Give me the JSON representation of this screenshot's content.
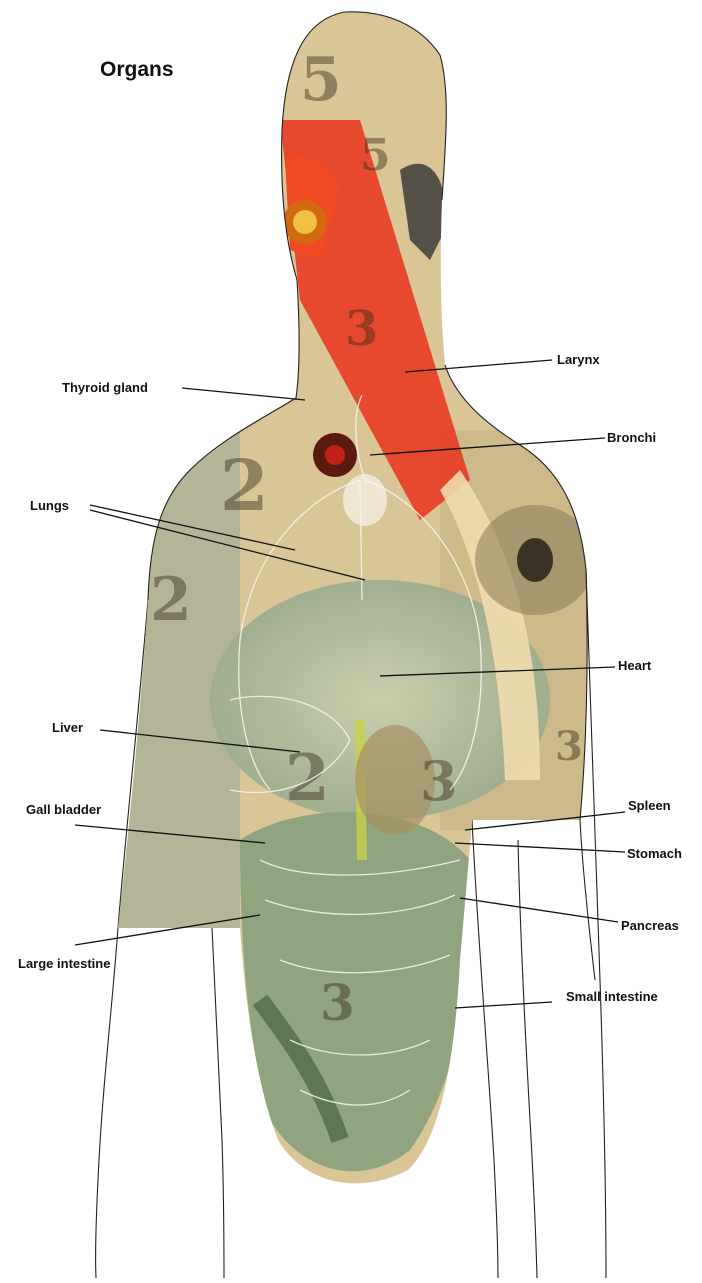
{
  "title": "Organs",
  "labels": {
    "larynx": "Larynx",
    "thyroid_gland": "Thyroid gland",
    "bronchi": "Bronchi",
    "lungs": "Lungs",
    "heart": "Heart",
    "liver": "Liver",
    "spleen": "Spleen",
    "gall_bladder": "Gall bladder",
    "stomach": "Stomach",
    "pancreas": "Pancreas",
    "large_intestine": "Large intestine",
    "small_intestine": "Small intestine"
  },
  "colors": {
    "outline": "#222222",
    "leader": "#111111",
    "parchment": "#d9c596",
    "neck_red": "#e8321c",
    "organ_green": "#a9b795",
    "gut_green": "#7f9a73"
  }
}
